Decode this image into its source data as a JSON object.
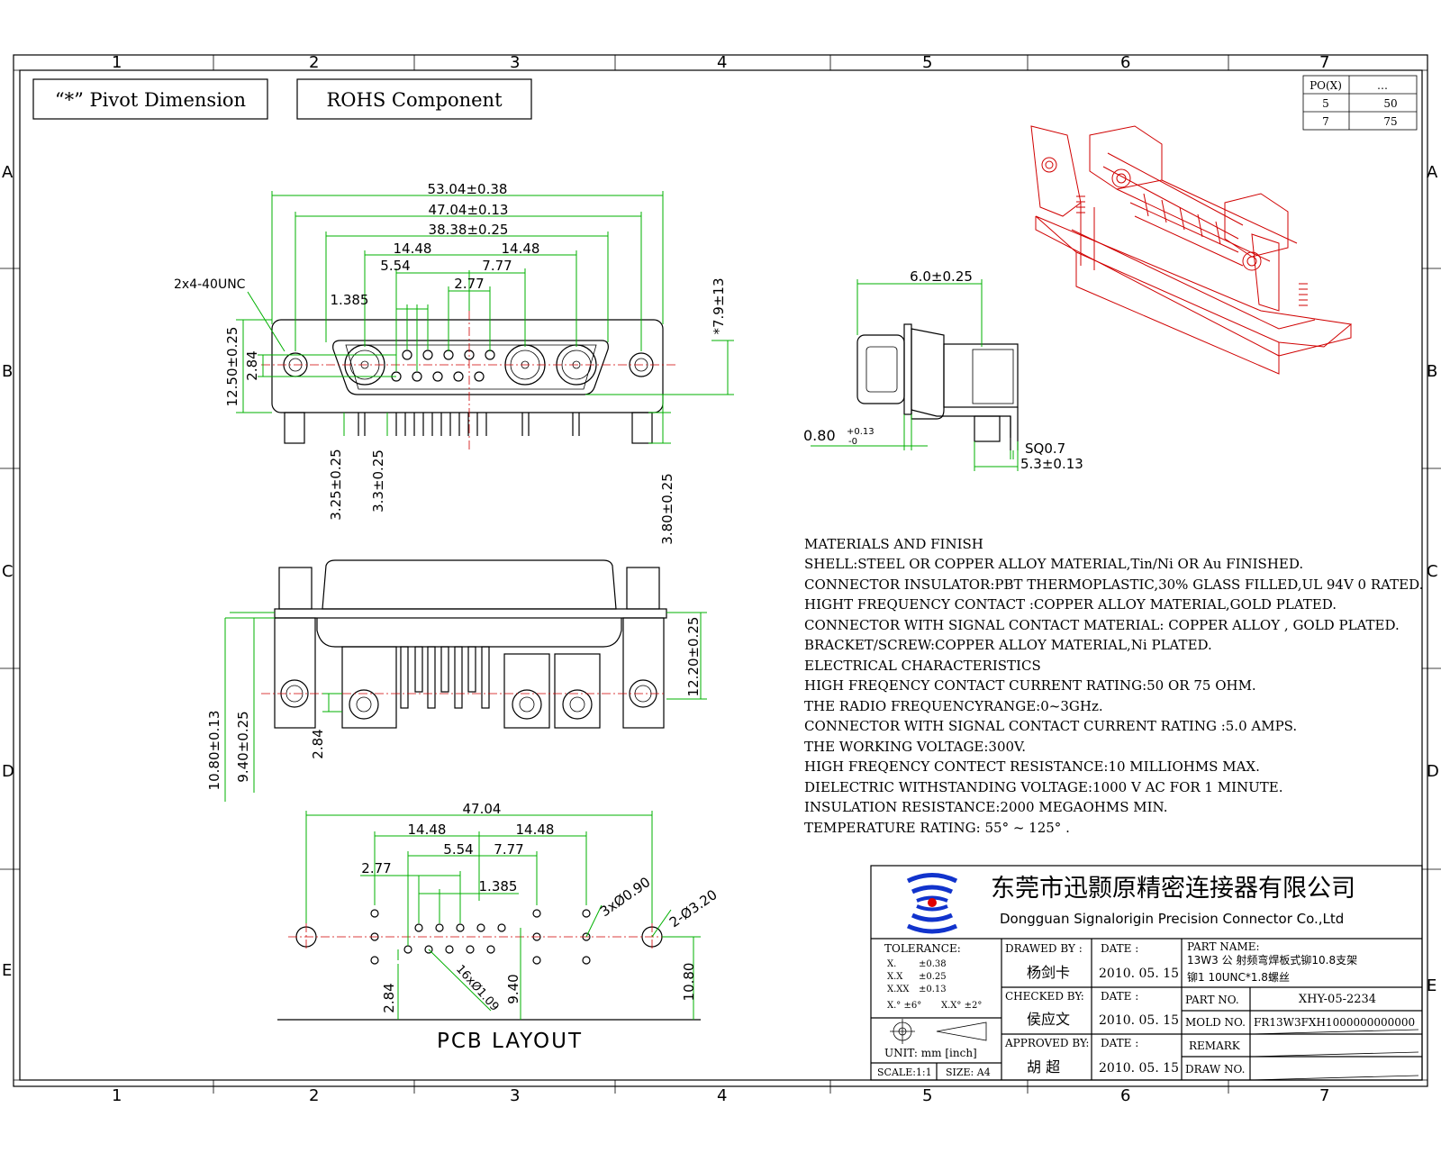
{
  "header_boxes": {
    "pivot": "“*” Pivot Dimension",
    "rohs": "ROHS Component"
  },
  "grid": {
    "columns": [
      "1",
      "2",
      "3",
      "4",
      "5",
      "6",
      "7"
    ],
    "rows": [
      "A",
      "B",
      "C",
      "D",
      "E"
    ]
  },
  "pos_table": {
    "col1": "PO(X)",
    "col2": "…",
    "rows": [
      {
        "pos": "5",
        "ohm": "50"
      },
      {
        "pos": "7",
        "ohm": "75"
      }
    ]
  },
  "front_view": {
    "d_total": "53.04±0.38",
    "d_mount": "47.04±0.13",
    "d_shell": "38.38±0.25",
    "d_left": "14.48",
    "d_right": "14.48",
    "d_554": "5.54",
    "d_777": "7.77",
    "d_277": "2.77",
    "d_1385": "1.385",
    "thread": "2x4-40UNC",
    "d_height": "*7.9±13",
    "d_1250": "12.50±0.25",
    "d_284": "2.84",
    "d_325": "3.25±0.25",
    "d_33": "3.3±0.25",
    "d_380": "3.80±0.25"
  },
  "side_view": {
    "d_60": "6.0±0.25",
    "d_080": "0.80",
    "d_080_tol_up": "+0.13",
    "d_080_tol_dn": "-0",
    "d_sq": "SQ0.7",
    "d_53": "5.3±0.13"
  },
  "bottom_view": {
    "d_1220": "12.20±0.25",
    "d_1080": "10.80±0.13",
    "d_940": "9.40±0.25",
    "d_284": "2.84"
  },
  "pcb": {
    "title": "PCB LAYOUT",
    "d_4704": "47.04",
    "d_left": "14.48",
    "d_right": "14.48",
    "d_554": "5.54",
    "d_777": "7.77",
    "d_277": "2.77",
    "d_1385": "1.385",
    "d_3x": "3xØ0.90",
    "d_2x": "2-Ø3.20",
    "d_16x": "16xØ1.09",
    "d_284": "2.84",
    "d_940": "9.40",
    "d_1080": "10.80"
  },
  "notes": [
    "MATERIALS AND  FINISH",
    "SHELL:STEEL OR COPPER ALLOY MATERIAL,Tin/Ni OR Au FINISHED.",
    "CONNECTOR INSULATOR:PBT THERMOPLASTIC,30% GLASS FILLED,UL 94V 0 RATED.",
    "HIGHT FREQUENCY CONTACT :COPPER ALLOY MATERIAL,GOLD PLATED.",
    "CONNECTOR WITH SIGNAL CONTACT MATERIAL: COPPER ALLOY , GOLD PLATED.",
    "BRACKET/SCREW:COPPER ALLOY MATERIAL,Ni PLATED.",
    "ELECTRICAL CHARACTERISTICS",
    "HIGH FREQENCY CONTACT CURRENT RATING:50 OR 75 OHM.",
    "THE RADIO FREQUENCYRANGE:0~3GHz.",
    "CONNECTOR WITH SIGNAL CONTACT CURRENT RATING :5.0 AMPS.",
    "THE WORKING VOLTAGE:300V.",
    "HIGH FREQENCY CONTECT RESISTANCE:10 MILLIOHMS MAX.",
    "DIELECTRIC WITHSTANDING VOLTAGE:1000 V AC FOR 1 MINUTE.",
    "INSULATION RESISTANCE:2000 MEGAOHMS MIN.",
    "TEMPERATURE RATING: 55° ~ 125° ."
  ],
  "title_block": {
    "company_cn": "东莞市迅颢原精密连接器有限公司",
    "company_en": "Dongguan Signalorigin Precision Connector Co.,Ltd",
    "tolerance_label": "TOLERANCE:",
    "tol": [
      {
        "k": "X.",
        "v": "±0.38"
      },
      {
        "k": "X.X",
        "v": "±0.25"
      },
      {
        "k": "X.XX",
        "v": "±0.13"
      }
    ],
    "tol_angle_1": "X.° ±6°",
    "tol_angle_2": "X.X° ±2°",
    "unit": "UNIT: mm  [inch]",
    "scale": "SCALE:1:1",
    "size": "SIZE: A4",
    "drawn_by_label": "DRAWED BY :",
    "drawn_by": "杨剑卡",
    "checked_by_label": "CHECKED BY:",
    "checked_by": "侯应文",
    "approved_by_label": "APPROVED BY:",
    "approved_by": "胡 超",
    "date_label": "DATE :",
    "date1": "2010. 05. 15",
    "date2": "2010. 05. 15",
    "date3": "2010. 05. 15",
    "part_name_label": "PART NAME:",
    "part_name_1": "13W3 公 射频弯焊板式铆10.8支架",
    "part_name_2": "铆1 10UNC*1.8螺丝",
    "part_no_label": "PART NO.",
    "part_no": "XHY-05-2234",
    "mold_no_label": "MOLD NO.",
    "mold_no": "FR13W3FXH1000000000000",
    "remark_label": "REMARK",
    "draw_no_label": "DRAW NO."
  },
  "colors": {
    "dimension": "#00b000",
    "iso_view": "#d00000",
    "outline": "#000000",
    "logo": "#1133cc",
    "logo_dot": "#e00000"
  }
}
